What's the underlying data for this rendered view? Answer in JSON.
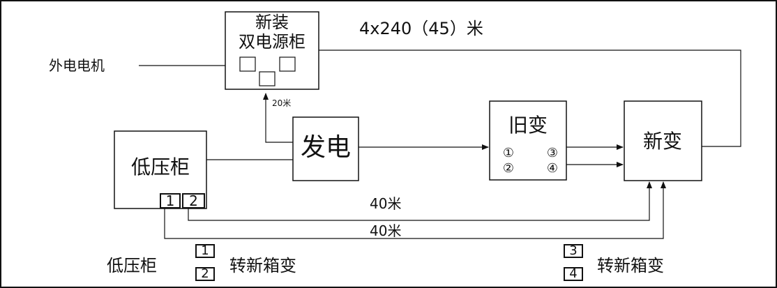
{
  "diagram": {
    "top_cabinet": {
      "line1": "新装",
      "line2": "双电源柜"
    },
    "cable_spec": "4x240（45）米",
    "external_motor": "外电电机",
    "dist_20m": "20米",
    "low_voltage_cabinet": {
      "label": "低压柜",
      "port1": "1",
      "port2": "2"
    },
    "generator": "发电",
    "old_transformer": {
      "label": "旧变",
      "ports": [
        "①",
        "②",
        "③",
        "④"
      ]
    },
    "new_transformer": "新变",
    "dist_40m_a": "40米",
    "dist_40m_b": "40米",
    "legend_left": {
      "prefix": "低压柜",
      "nums": [
        "1",
        "2"
      ],
      "suffix": "转新箱变"
    },
    "legend_right": {
      "nums": [
        "3",
        "4"
      ],
      "suffix": "转新箱变"
    }
  },
  "colors": {
    "line": "#111111",
    "background": "#ffffff"
  }
}
